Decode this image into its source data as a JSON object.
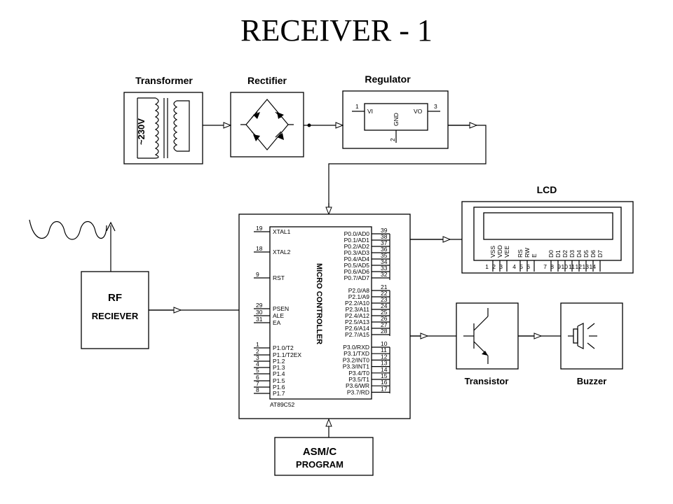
{
  "title": "RECEIVER - 1",
  "labels": {
    "transformer": "Transformer",
    "rectifier": "Rectifier",
    "regulator": "Regulator",
    "lcd": "LCD",
    "rf1": "RF",
    "rf2": "RECIEVER",
    "transistor": "Transistor",
    "buzzer": "Buzzer",
    "asm1": "ASM/C",
    "asm2": "PROGRAM",
    "mc": "MICRO CONTROLLER",
    "chip": "AT89C52",
    "voltage": "~230V",
    "reg_vi": "VI",
    "reg_vo": "VO",
    "reg_gnd": "GND",
    "reg_pin1": "1",
    "reg_pin2": "2",
    "reg_pin3": "3"
  },
  "left_pins": [
    {
      "num": "19",
      "name": "XTAL1"
    },
    {
      "num": "18",
      "name": "XTAL2"
    },
    {
      "num": "9",
      "name": "RST"
    },
    {
      "num": "29",
      "name": "PSEN"
    },
    {
      "num": "30",
      "name": "ALE"
    },
    {
      "num": "31",
      "name": "EA"
    },
    {
      "num": "1",
      "name": "P1.0/T2"
    },
    {
      "num": "2",
      "name": "P1.1/T2EX"
    },
    {
      "num": "3",
      "name": "P1.2"
    },
    {
      "num": "4",
      "name": "P1.3"
    },
    {
      "num": "5",
      "name": "P1.4"
    },
    {
      "num": "6",
      "name": "P1.5"
    },
    {
      "num": "7",
      "name": "P1.6"
    },
    {
      "num": "8",
      "name": "P1.7"
    }
  ],
  "right_pins": [
    {
      "num": "39",
      "name": "P0.0/AD0"
    },
    {
      "num": "38",
      "name": "P0.1/AD1"
    },
    {
      "num": "37",
      "name": "P0.2/AD2"
    },
    {
      "num": "36",
      "name": "P0.3/AD3"
    },
    {
      "num": "35",
      "name": "P0.4/AD4"
    },
    {
      "num": "34",
      "name": "P0.5/AD5"
    },
    {
      "num": "33",
      "name": "P0.6/AD6"
    },
    {
      "num": "32",
      "name": "P0.7/AD7"
    },
    {
      "num": "21",
      "name": "P2.0/A8"
    },
    {
      "num": "22",
      "name": "P2.1/A9"
    },
    {
      "num": "23",
      "name": "P2.2/A10"
    },
    {
      "num": "24",
      "name": "P2.3/A11"
    },
    {
      "num": "25",
      "name": "P2.4/A12"
    },
    {
      "num": "26",
      "name": "P2.5/A13"
    },
    {
      "num": "27",
      "name": "P2.6/A14"
    },
    {
      "num": "28",
      "name": "P2.7/A15"
    },
    {
      "num": "10",
      "name": "P3.0/RXD"
    },
    {
      "num": "11",
      "name": "P3.1/TXD"
    },
    {
      "num": "12",
      "name": "P3.2/INT0"
    },
    {
      "num": "13",
      "name": "P3.3/INT1"
    },
    {
      "num": "14",
      "name": "P3.4/T0"
    },
    {
      "num": "15",
      "name": "P3.5/T1"
    },
    {
      "num": "16",
      "name": "P3.6/WR"
    },
    {
      "num": "17",
      "name": "P3.7/RD"
    }
  ],
  "lcd_pins": [
    {
      "num": "1",
      "name": "VSS"
    },
    {
      "num": "2",
      "name": "VDD"
    },
    {
      "num": "3",
      "name": "VEE"
    },
    {
      "num": "4",
      "name": "RS"
    },
    {
      "num": "5",
      "name": "RW"
    },
    {
      "num": "6",
      "name": "E"
    },
    {
      "num": "7",
      "name": "D0"
    },
    {
      "num": "8",
      "name": "D1"
    },
    {
      "num": "9",
      "name": "D2"
    },
    {
      "num": "10",
      "name": "D3"
    },
    {
      "num": "11",
      "name": "D4"
    },
    {
      "num": "12",
      "name": "D5"
    },
    {
      "num": "13",
      "name": "D6"
    },
    {
      "num": "14",
      "name": "D7"
    }
  ]
}
